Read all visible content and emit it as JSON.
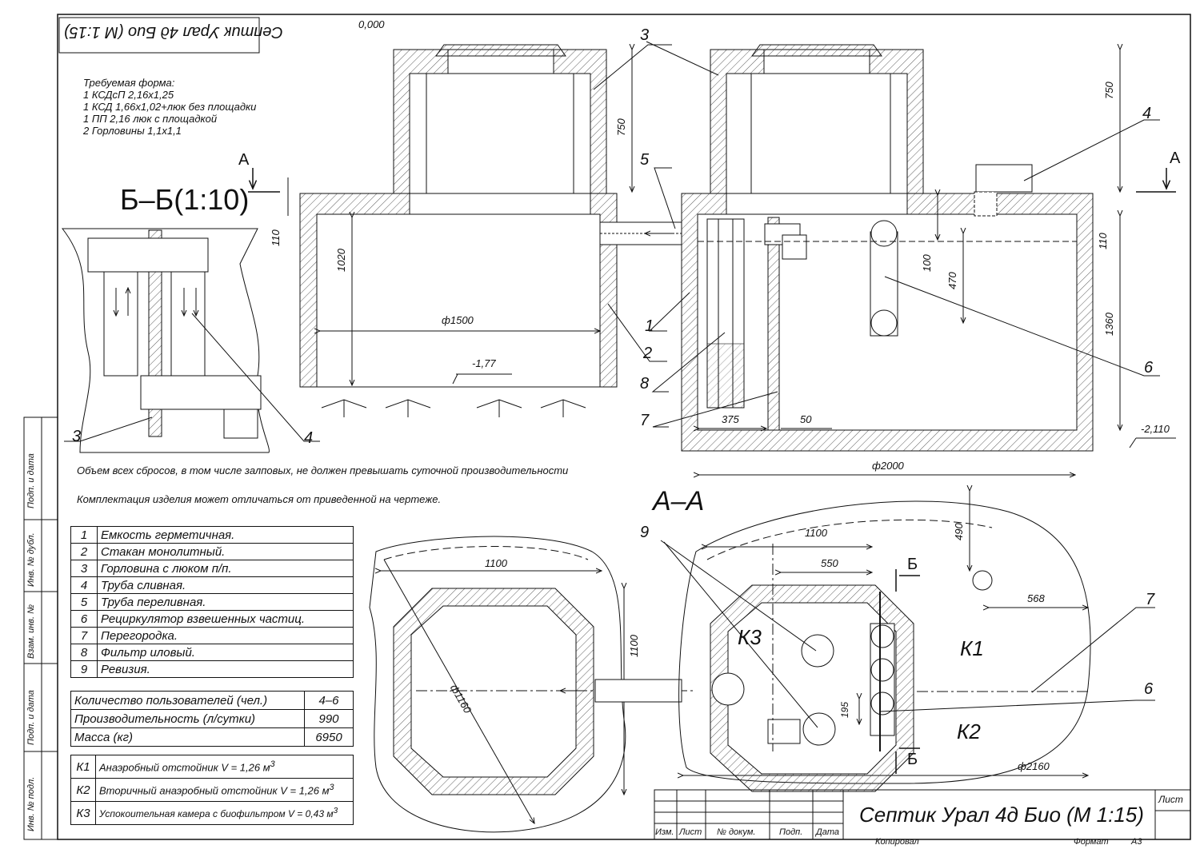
{
  "title_top": "Септик Урал 4д Био (М 1:15)",
  "level_zero": "0,000",
  "required_form": {
    "heading": "Требуемая форма:",
    "lines": [
      "1 КСДсП 2,16х1,25",
      "1 КСД 1,66х1,02+люк без площадки",
      "1 ПП 2,16 люк с площадкой",
      "2 Горловины 1,1х1,1"
    ]
  },
  "section_bb": "Б–Б(1:10)",
  "section_aa": "А–А",
  "cut_mark_a": "А",
  "cut_mark_b": "Б",
  "dims": {
    "d750_left": "750",
    "d750_right": "750",
    "d110_left": "110",
    "d110_right": "110",
    "d1020": "1020",
    "d1500": "ф1500",
    "lvl_177": "-1,77",
    "d100": "100",
    "d470": "470",
    "d1360": "1360",
    "lvl_2110": "-2,110",
    "d375": "375",
    "d50": "50",
    "d2000": "ф2000",
    "d1100_a": "1100",
    "d1100_b": "1100",
    "d1100_c": "1100",
    "d1160": "ф1160",
    "d550": "550",
    "d490": "490",
    "d568": "568",
    "d195": "195",
    "d2160": "ф2160"
  },
  "callouts": [
    "1",
    "2",
    "3",
    "4",
    "5",
    "6",
    "7",
    "8",
    "9"
  ],
  "chamber_labels": {
    "k1": "К1",
    "k2": "К2",
    "k3": "К3"
  },
  "notes": [
    "Объем всех сбросов, в том числе залповых, не должен превышать суточной производительности",
    "Комплектация изделия может отличаться от приведенной на чертеже."
  ],
  "parts": [
    {
      "n": "1",
      "name": "Емкость герметичная."
    },
    {
      "n": "2",
      "name": "Стакан монолитный."
    },
    {
      "n": "3",
      "name": "Горловина с люком п/п."
    },
    {
      "n": "4",
      "name": "Труба сливная."
    },
    {
      "n": "5",
      "name": "Труба переливная."
    },
    {
      "n": "6",
      "name": "Рециркулятор взвешенных частиц."
    },
    {
      "n": "7",
      "name": "Перегородка."
    },
    {
      "n": "8",
      "name": "Фильтр иловый."
    },
    {
      "n": "9",
      "name": "Ревизия."
    }
  ],
  "specs": [
    {
      "label": "Количество пользователей (чел.)",
      "value": "4–6"
    },
    {
      "label": "Производительность (л/сутки)",
      "value": "990"
    },
    {
      "label": "Масса (кг)",
      "value": "6950"
    }
  ],
  "chambers": [
    {
      "code": "К1",
      "text": "Анаэробный отстойник V = 1,26 м",
      "sup": "3"
    },
    {
      "code": "К2",
      "text": "Вторичный анаэробный отстойник V = 1,26 м",
      "sup": "3"
    },
    {
      "code": "К3",
      "text": "Успокоительная камера с биофильтром V = 0,43 м",
      "sup": "3"
    }
  ],
  "side_stamps": [
    "Подп. и дата",
    "Инв. № дубл.",
    "Взам. инв. №",
    "Подп. и дата",
    "Инв. № подл."
  ],
  "title_block": {
    "headers": [
      "Изм.",
      "Лист",
      "№ докум.",
      "Подп.",
      "Дата"
    ],
    "title": "Септик Урал 4д Био (М 1:15)",
    "sheet_label": "Лист",
    "copied": "Копировал",
    "format": "Формат",
    "format_value": "А3"
  }
}
